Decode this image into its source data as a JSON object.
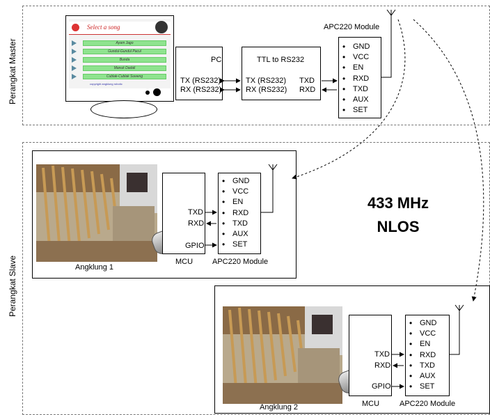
{
  "master": {
    "side_label": "Perangkat Master",
    "screen": {
      "title": "Select a song",
      "songs": [
        "Ayam Jago",
        "Gundul-Gundul Pacul",
        "Bunda",
        "Manuk Dadali",
        "Cublak-Cublak Suweng"
      ],
      "footer": "copyright angklung robotic"
    },
    "pc": {
      "title": "PC",
      "tx": "TX (RS232)",
      "rx": "RX (RS232)"
    },
    "ttl": {
      "title": "TTL to RS232",
      "tx_in": "TX (RS232)",
      "rx_in": "RX (RS232)",
      "txd": "TXD",
      "rxd": "RXD"
    },
    "apc": {
      "title": "APC220 Module",
      "pins": [
        "GND",
        "VCC",
        "EN",
        "RXD",
        "TXD",
        "AUX",
        "SET"
      ]
    }
  },
  "slave": {
    "side_label": "Perangkat Slave",
    "unit1": {
      "photo_caption": "Angklung 1",
      "mcu": {
        "title": "MCU",
        "txd": "TXD",
        "rxd": "RXD",
        "gpio": "GPIO"
      },
      "apc": {
        "title": "APC220 Module",
        "pins": [
          "GND",
          "VCC",
          "EN",
          "RXD",
          "TXD",
          "AUX",
          "SET"
        ]
      }
    },
    "unit2": {
      "photo_caption": "Angklung 2",
      "mcu": {
        "title": "MCU",
        "txd": "TXD",
        "rxd": "RXD",
        "gpio": "GPIO"
      },
      "apc": {
        "title": "APC220 Module",
        "pins": [
          "GND",
          "VCC",
          "EN",
          "RXD",
          "TXD",
          "AUX",
          "SET"
        ]
      }
    }
  },
  "link": {
    "line1": "433 MHz",
    "line2": "NLOS"
  }
}
